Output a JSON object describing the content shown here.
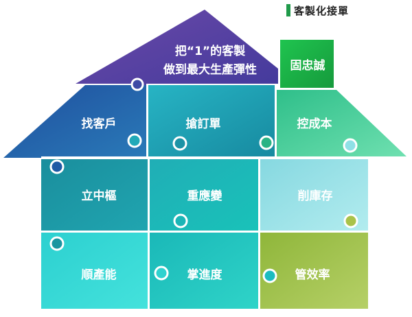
{
  "heading": "客製化接單",
  "roof": {
    "top_line1": "把“1”的客製",
    "top_line2": "做到最大生產彈性",
    "left": "找客戶",
    "center": "搶訂單",
    "right": "控成本",
    "chimney": "固忠誠"
  },
  "rows": [
    [
      "立中樞",
      "重應變",
      "削庫存"
    ],
    [
      "順產能",
      "掌進度",
      "管效率"
    ]
  ],
  "colors": {
    "roof_top": "#5a3fa0",
    "roof_left": "#1e62a8",
    "roof_center": "#1f9fb3",
    "roof_right": "#3bc98c",
    "chimney": "#22b44a",
    "row1": [
      "#1b96a3",
      "#1fb5b4",
      "#9be0e6"
    ],
    "row2": [
      "#2fd8d5",
      "#23c4c0",
      "#9bbd3a"
    ]
  }
}
